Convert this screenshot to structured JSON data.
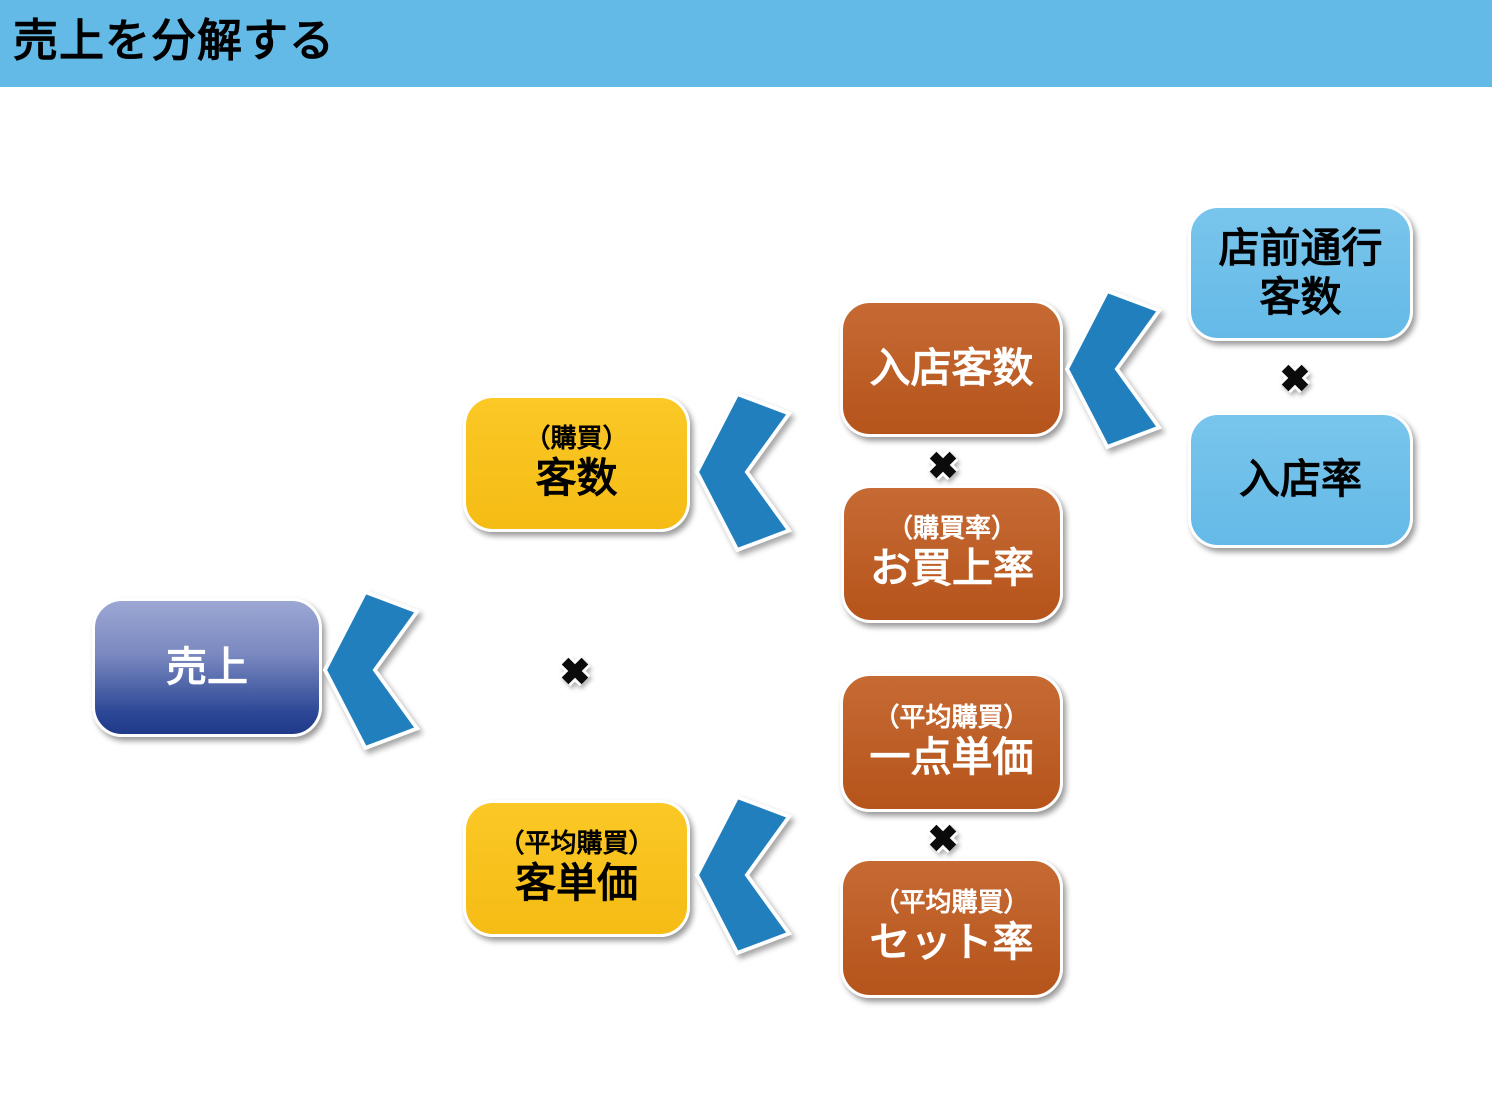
{
  "header": {
    "title": "売上を分解する"
  },
  "nodes": {
    "sales": {
      "label": "売上"
    },
    "kyakusu": {
      "sub": "（購買）",
      "label": "客数"
    },
    "kyakutanka": {
      "sub": "（平均購買）",
      "label": "客単価"
    },
    "nyuten_kyakusu": {
      "label": "入店客数"
    },
    "okaiage_ritsu": {
      "sub": "（購買率）",
      "label": "お買上率"
    },
    "itten_tanka": {
      "sub": "（平均購買）",
      "label": "一点単価"
    },
    "setto_ritsu": {
      "sub": "（平均購買）",
      "label": "セット率"
    },
    "tenmae_tsuko": {
      "label_line1": "店前通行",
      "label_line2": "客数"
    },
    "nyuten_ritsu": {
      "label": "入店率"
    }
  },
  "icons": {
    "multiply": "✖",
    "chevron": "left-pointing chevron arrow"
  },
  "colors": {
    "header_bar": "#64BAE7",
    "box_light_blue": "#6CBFE9",
    "box_orange": "#BE5D24",
    "box_yellow": "#F9C31E",
    "chevron_blue": "#217FBE",
    "sales_gradient_top": "#9CA7D3",
    "sales_gradient_bottom": "#1E3A89",
    "multiply_mark": "#000000",
    "title_text": "#000000"
  }
}
